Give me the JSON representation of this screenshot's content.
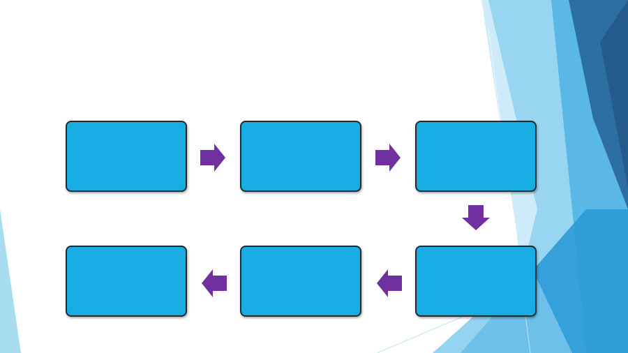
{
  "theme": {
    "box_fill": "#17ADE3",
    "box_border": "#1F2A33",
    "arrow_color": "#7030A0",
    "deco_light": "#9ED8F0",
    "deco_mid": "#55B9E6",
    "deco_dark": "#2E6FA3"
  },
  "flow": {
    "steps": [
      {
        "label": ""
      },
      {
        "label": ""
      },
      {
        "label": ""
      },
      {
        "label": ""
      },
      {
        "label": ""
      },
      {
        "label": ""
      }
    ],
    "arrows": [
      {
        "direction": "right"
      },
      {
        "direction": "right"
      },
      {
        "direction": "down"
      },
      {
        "direction": "left"
      },
      {
        "direction": "left"
      }
    ]
  }
}
